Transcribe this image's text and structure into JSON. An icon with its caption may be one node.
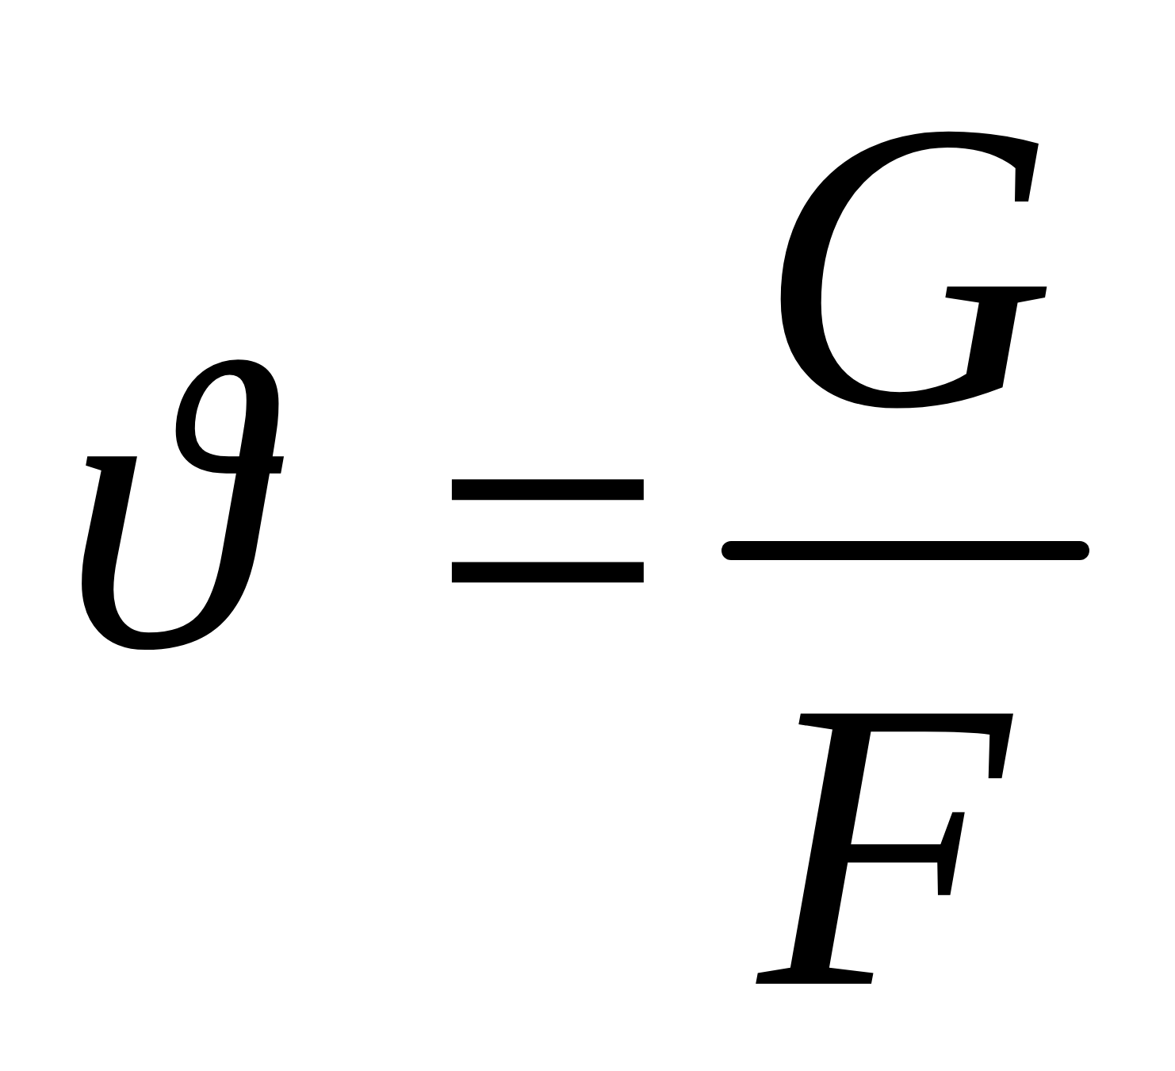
{
  "diagram": {
    "labels": [
      "ϑ",
      "=",
      "G",
      "F"
    ]
  }
}
